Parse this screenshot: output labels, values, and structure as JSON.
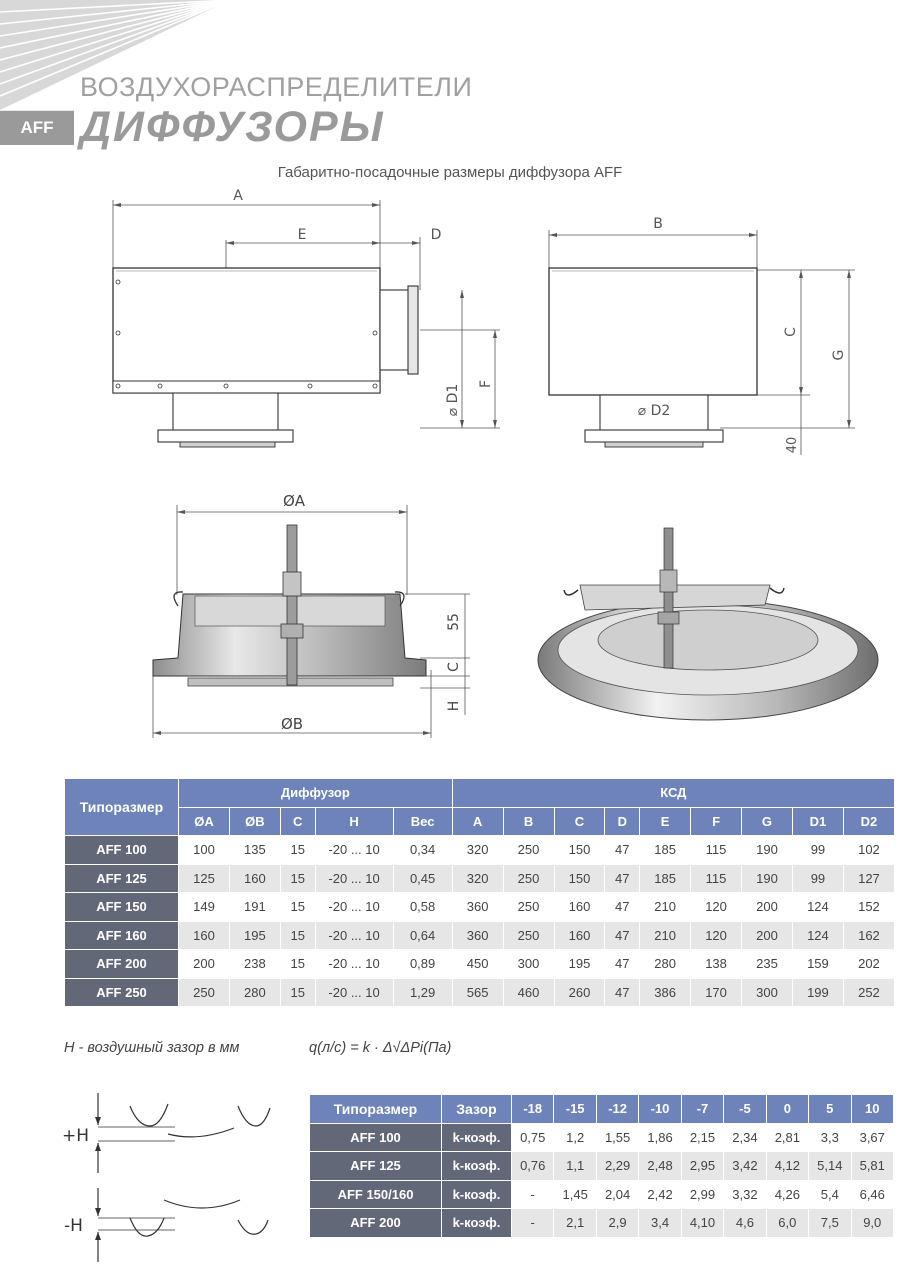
{
  "header": {
    "badge": "AFF",
    "line1": "ВОЗДУХОРАСПРЕДЕЛИТЕЛИ",
    "line2": "ДИФФУЗОРЫ"
  },
  "subtitle": "Габаритно-посадочные размеры диффузора AFF",
  "drawing1": {
    "A": "A",
    "E": "E",
    "D": "D",
    "D1": "⌀ D1",
    "F": "F"
  },
  "drawing2": {
    "B": "B",
    "C": "C",
    "G": "G",
    "D2": "⌀ D2",
    "h40": "40"
  },
  "drawing3": {
    "OA": "ØA",
    "OB": "ØB",
    "h55": "55",
    "C": "C",
    "H": "H"
  },
  "table1": {
    "size_header": "Типоразмер",
    "group1": "Диффузор",
    "group2": "КСД",
    "columns": [
      "ØA",
      "ØB",
      "C",
      "H",
      "Вес",
      "A",
      "B",
      "C",
      "D",
      "E",
      "F",
      "G",
      "D1",
      "D2"
    ],
    "rows": [
      {
        "name": "AFF 100",
        "values": [
          "100",
          "135",
          "15",
          "-20 ... 10",
          "0,34",
          "320",
          "250",
          "150",
          "47",
          "185",
          "115",
          "190",
          "99",
          "102"
        ]
      },
      {
        "name": "AFF 125",
        "values": [
          "125",
          "160",
          "15",
          "-20 ... 10",
          "0,45",
          "320",
          "250",
          "150",
          "47",
          "185",
          "115",
          "190",
          "99",
          "127"
        ]
      },
      {
        "name": "AFF 150",
        "values": [
          "149",
          "191",
          "15",
          "-20 ... 10",
          "0,58",
          "360",
          "250",
          "160",
          "47",
          "210",
          "120",
          "200",
          "124",
          "152"
        ]
      },
      {
        "name": "AFF 160",
        "values": [
          "160",
          "195",
          "15",
          "-20 ... 10",
          "0,64",
          "360",
          "250",
          "160",
          "47",
          "210",
          "120",
          "200",
          "124",
          "162"
        ]
      },
      {
        "name": "AFF 200",
        "values": [
          "200",
          "238",
          "15",
          "-20 ... 10",
          "0,89",
          "450",
          "300",
          "195",
          "47",
          "280",
          "138",
          "235",
          "159",
          "202"
        ]
      },
      {
        "name": "AFF 250",
        "values": [
          "250",
          "280",
          "15",
          "-20 ... 10",
          "1,29",
          "565",
          "460",
          "260",
          "47",
          "386",
          "170",
          "300",
          "199",
          "252"
        ]
      }
    ]
  },
  "notes": {
    "h_note": "H - воздушный зазор в мм",
    "formula": "q(л/с) = k · Δ√ΔPi(Па)"
  },
  "gap_labels": {
    "plus": "+H",
    "minus": "-H"
  },
  "table2": {
    "size_header": "Типоразмер",
    "gap_header": "Зазор",
    "columns": [
      "-18",
      "-15",
      "-12",
      "-10",
      "-7",
      "-5",
      "0",
      "5",
      "10"
    ],
    "rows": [
      {
        "name": "AFF 100",
        "k": "k-коэф.",
        "values": [
          "0,75",
          "1,2",
          "1,55",
          "1,86",
          "2,15",
          "2,34",
          "2,81",
          "3,3",
          "3,67"
        ]
      },
      {
        "name": "AFF 125",
        "k": "k-коэф.",
        "values": [
          "0,76",
          "1,1",
          "2,29",
          "2,48",
          "2,95",
          "3,42",
          "4,12",
          "5,14",
          "5,81"
        ]
      },
      {
        "name": "AFF 150/160",
        "k": "k-коэф.",
        "values": [
          "-",
          "1,45",
          "2,04",
          "2,42",
          "2,99",
          "3,32",
          "4,26",
          "5,4",
          "6,46"
        ]
      },
      {
        "name": "AFF 200",
        "k": "k-коэф.",
        "values": [
          "-",
          "2,1",
          "2,9",
          "3,4",
          "4,10",
          "4,6",
          "6,0",
          "7,5",
          "9,0"
        ]
      }
    ]
  }
}
